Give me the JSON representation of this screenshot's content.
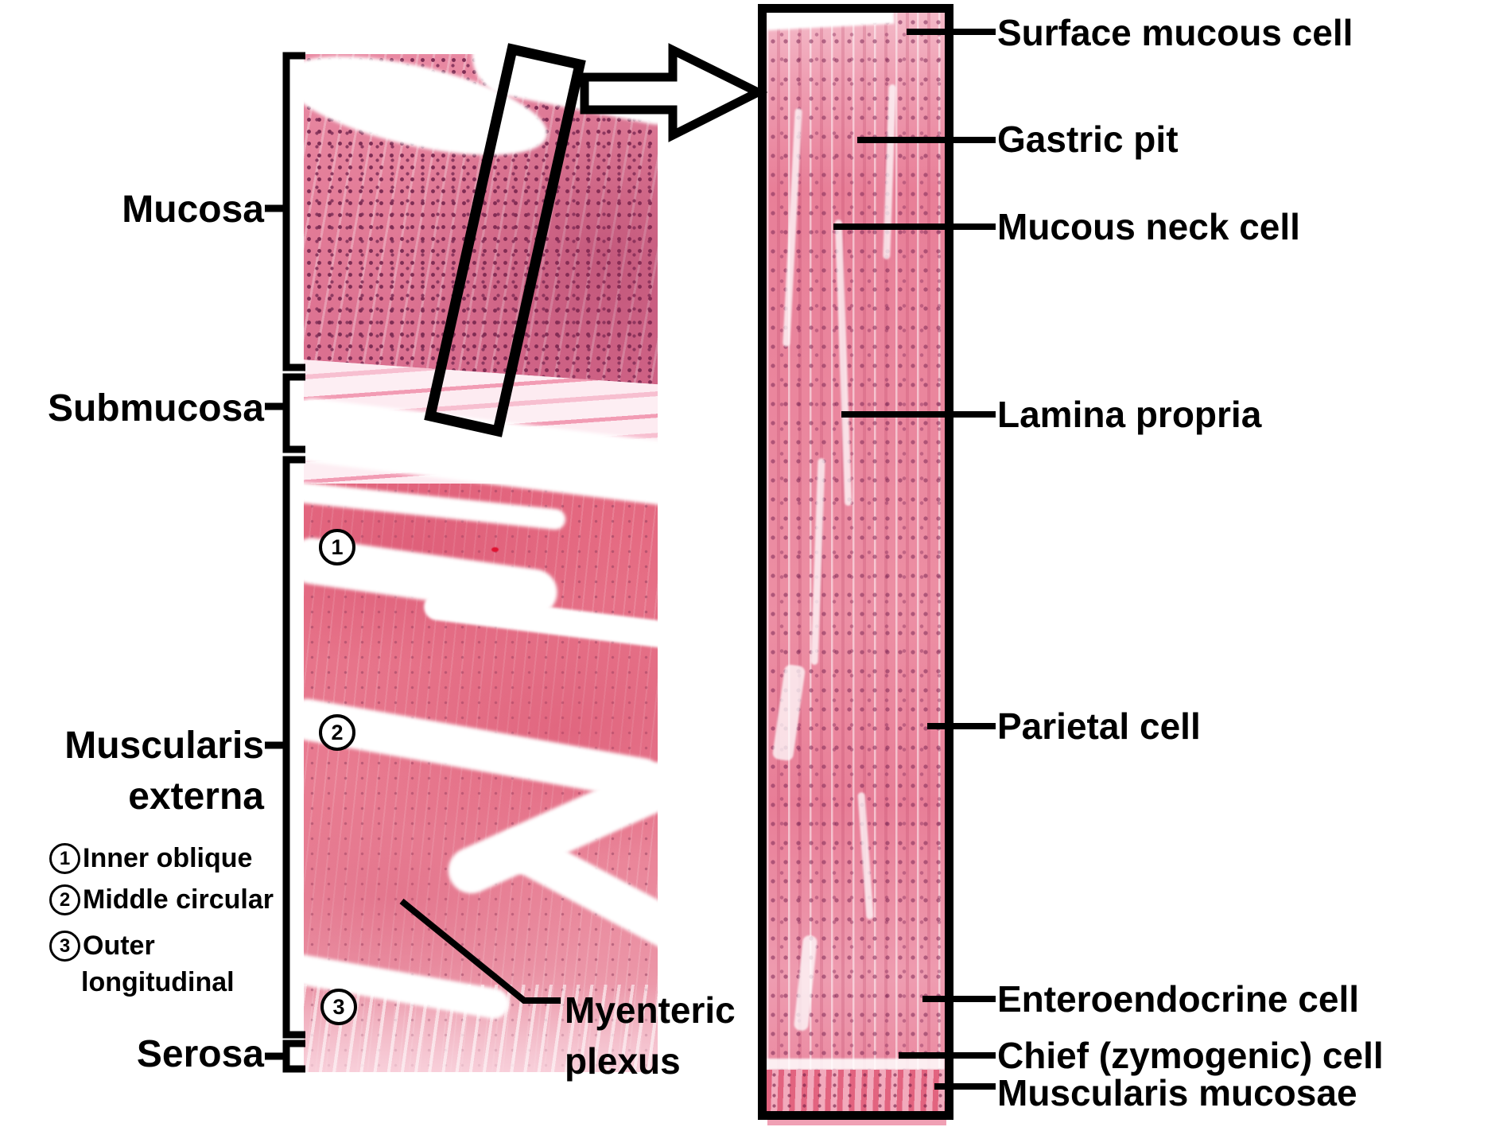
{
  "left_labels": {
    "mucosa": "Mucosa",
    "submucosa": "Submucosa",
    "muscularis_line1": "Muscularis",
    "muscularis_line2": "externa",
    "serosa": "Serosa"
  },
  "legend": {
    "items": [
      {
        "num": "1",
        "text": "Inner oblique"
      },
      {
        "num": "2",
        "text": "Middle circular"
      },
      {
        "num": "3",
        "text": "Outer",
        "text2": "longitudinal"
      }
    ]
  },
  "markers": {
    "m1": "1",
    "m2": "2",
    "m3": "3"
  },
  "myenteric": {
    "line1": "Myenteric",
    "line2": "plexus"
  },
  "right_labels": {
    "surface_mucous_cell": "Surface mucous cell",
    "gastric_pit": "Gastric pit",
    "mucous_neck_cell": "Mucous neck cell",
    "lamina_propria": "Lamina propria",
    "parietal_cell": "Parietal cell",
    "enteroendocrine_cell": "Enteroendocrine cell",
    "chief_cell": "Chief (zymogenic) cell",
    "muscularis_mucosae": "Muscularis mucosae"
  },
  "colors": {
    "label_text": "#000000",
    "tissue_deep": "#e0607c",
    "tissue_mid": "#ec8ba0",
    "tissue_light": "#f6c6d2",
    "nuclei": "#8c3a5e",
    "background": "#ffffff"
  }
}
